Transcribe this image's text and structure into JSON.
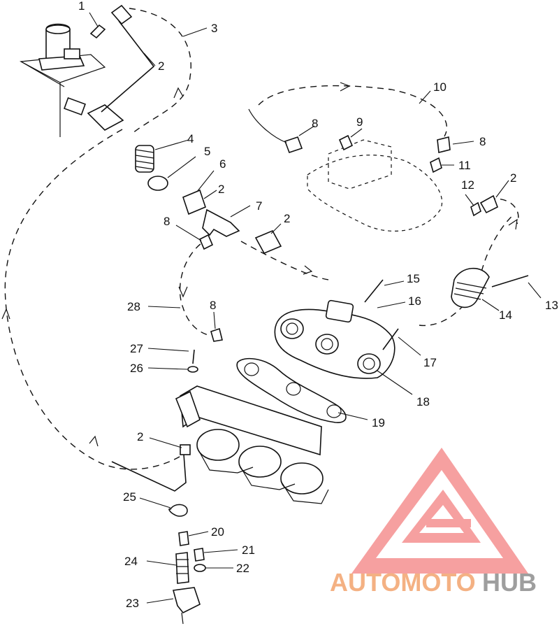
{
  "callouts": [
    {
      "id": "c1",
      "text": "1"
    },
    {
      "id": "c2a",
      "text": "2"
    },
    {
      "id": "c3",
      "text": "3"
    },
    {
      "id": "c10",
      "text": "10"
    },
    {
      "id": "c8a",
      "text": "8"
    },
    {
      "id": "c9",
      "text": "9"
    },
    {
      "id": "c8b",
      "text": "8"
    },
    {
      "id": "c4",
      "text": "4"
    },
    {
      "id": "c5",
      "text": "5"
    },
    {
      "id": "c6",
      "text": "6"
    },
    {
      "id": "c2b",
      "text": "2"
    },
    {
      "id": "c11",
      "text": "11"
    },
    {
      "id": "c12",
      "text": "12"
    },
    {
      "id": "c2c",
      "text": "2"
    },
    {
      "id": "c7",
      "text": "7"
    },
    {
      "id": "c8c",
      "text": "8"
    },
    {
      "id": "c2d",
      "text": "2"
    },
    {
      "id": "c15",
      "text": "15"
    },
    {
      "id": "c16",
      "text": "16"
    },
    {
      "id": "c13",
      "text": "13"
    },
    {
      "id": "c14",
      "text": "14"
    },
    {
      "id": "c28",
      "text": "28"
    },
    {
      "id": "c8d",
      "text": "8"
    },
    {
      "id": "c27",
      "text": "27"
    },
    {
      "id": "c17",
      "text": "17"
    },
    {
      "id": "c26",
      "text": "26"
    },
    {
      "id": "c18",
      "text": "18"
    },
    {
      "id": "c19",
      "text": "19"
    },
    {
      "id": "c2e",
      "text": "2"
    },
    {
      "id": "c25",
      "text": "25"
    },
    {
      "id": "c20",
      "text": "20"
    },
    {
      "id": "c21",
      "text": "21"
    },
    {
      "id": "c24",
      "text": "24"
    },
    {
      "id": "c22",
      "text": "22"
    },
    {
      "id": "c23",
      "text": "23"
    }
  ],
  "watermark": {
    "part1": "AUTOMOTO",
    "part2": "HUB",
    "colors": {
      "logo": "#f4a6a6",
      "text1": "#f4b183",
      "text2": "#9e9e9e"
    }
  }
}
